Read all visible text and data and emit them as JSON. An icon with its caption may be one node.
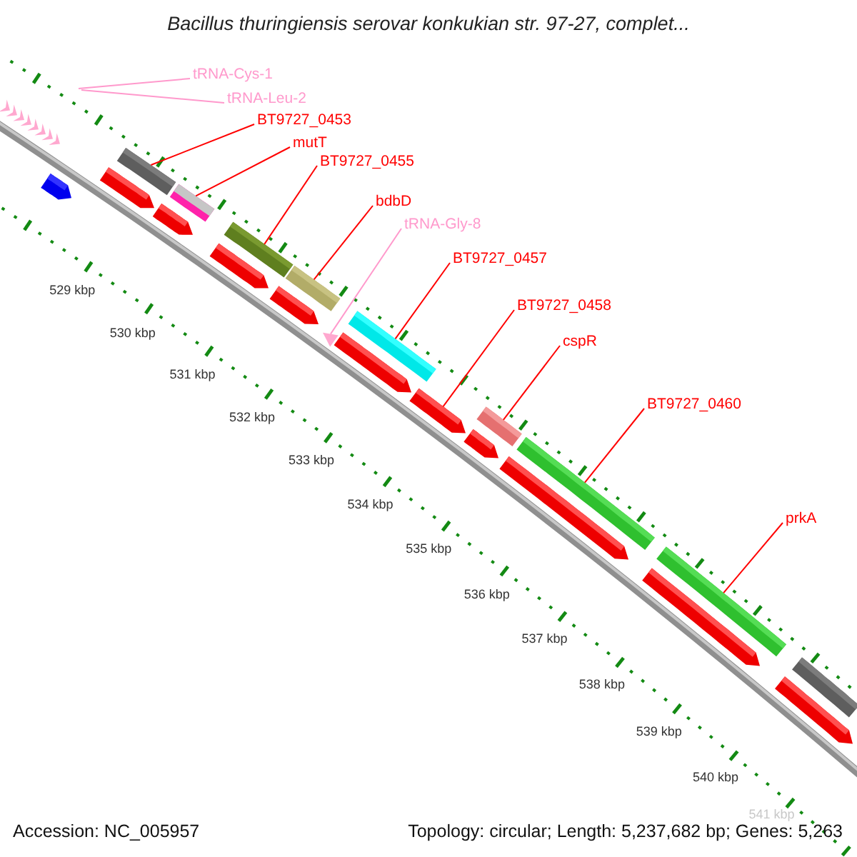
{
  "diagram": {
    "title": "Bacillus thuringiensis serovar konkukian str. 97-27, complet...",
    "nodes": [
      {
        "text": [
          "tRNA-Cys-1"
        ]
      },
      {
        "text": [
          "tRNA-Leu-2"
        ]
      },
      {
        "text": [
          "BT9727_0453"
        ]
      },
      {
        "text": [
          "mutT"
        ]
      },
      {
        "text": [
          "BT9727_0455"
        ]
      },
      {
        "text": [
          "bdbD"
        ]
      },
      {
        "text": [
          "tRNA-Gly-8"
        ]
      },
      {
        "text": [
          "BT9727_0457"
        ]
      },
      {
        "text": [
          "BT9727_0458"
        ]
      },
      {
        "text": [
          "cspR"
        ]
      },
      {
        "text": [
          "BT9727_0460"
        ]
      },
      {
        "text": [
          "prkA"
        ]
      },
      {
        "text": [],
        "shape": "arrow"
      },
      {
        "text": [],
        "shape": "arrow"
      },
      {
        "text": [],
        "shape": "bar"
      },
      {
        "text": [],
        "shape": "arrow"
      },
      {
        "text": [],
        "shape": "bar"
      },
      {
        "text": [],
        "shape": "arrow"
      },
      {
        "text": [],
        "shape": "bar"
      },
      {
        "text": [],
        "shape": "arrow"
      },
      {
        "text": [],
        "shape": "bar"
      },
      {
        "text": [],
        "shape": "triangle"
      },
      {
        "text": [],
        "shape": "arrow"
      },
      {
        "text": [],
        "shape": "bar"
      },
      {
        "text": [],
        "shape": "arrow"
      },
      {
        "text": [],
        "shape": "arrow"
      },
      {
        "text": [],
        "shape": "bar"
      },
      {
        "text": [],
        "shape": "arrow"
      },
      {
        "text": [],
        "shape": "bar"
      },
      {
        "text": [],
        "shape": "arrow"
      },
      {
        "text": [],
        "shape": "bar"
      },
      {
        "text": [],
        "shape": "arrow"
      },
      {
        "text": [],
        "shape": "bar"
      }
    ],
    "edges": [
      {
        "from": 0,
        "to": null,
        "arrow": "none",
        "color": "#ff99cc"
      },
      {
        "from": 1,
        "to": null,
        "arrow": "none",
        "color": "#ff99cc"
      },
      {
        "from": 2,
        "to": 14,
        "arrow": "none"
      },
      {
        "from": 3,
        "to": 16,
        "arrow": "none"
      },
      {
        "from": 4,
        "to": 18,
        "arrow": "none"
      },
      {
        "from": 5,
        "to": 20,
        "arrow": "none"
      },
      {
        "from": 6,
        "to": 21,
        "arrow": "none",
        "color": "#ff99cc"
      },
      {
        "from": 7,
        "to": 23,
        "arrow": "none"
      },
      {
        "from": 8,
        "to": 24,
        "arrow": "none"
      },
      {
        "from": 9,
        "to": 26,
        "arrow": "none"
      },
      {
        "from": 10,
        "to": 28,
        "arrow": "none"
      },
      {
        "from": 11,
        "to": 30,
        "arrow": "none"
      }
    ],
    "labels": [
      "529 kbp",
      "530 kbp",
      "531 kbp",
      "532 kbp",
      "533 kbp",
      "534 kbp",
      "535 kbp",
      "536 kbp",
      "537 kbp",
      "538 kbp",
      "539 kbp",
      "540 kbp",
      "541 kbp",
      "Accession: NC_005957",
      "Topology: circular; Length: 5,237,682 bp; Genes: 5,263"
    ]
  }
}
